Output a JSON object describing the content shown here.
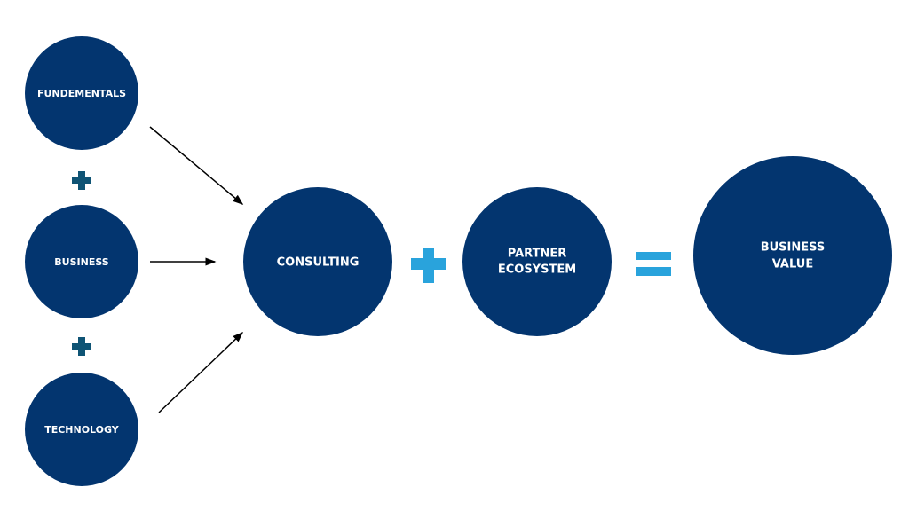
{
  "nodes": {
    "fundementals": "FUNDEMENTALS",
    "business": "BUSINESS",
    "technology": "TECHNOLOGY",
    "consulting": "CONSULTING",
    "partner_line1": "PARTNER",
    "partner_line2": "ECOSYSTEM",
    "value_line1": "BUSINESS",
    "value_line2": "VALUE"
  },
  "colors": {
    "circle": "#03356f",
    "small_plus": "#0f5475",
    "accent": "#29a3dc",
    "arrow": "#000000"
  }
}
